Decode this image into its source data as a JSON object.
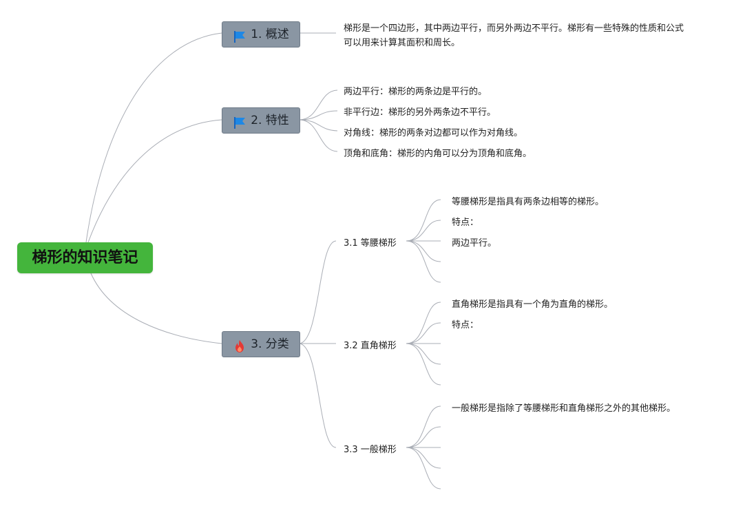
{
  "root": {
    "title": "梯形的知识笔记"
  },
  "topics": [
    {
      "label": "1. 概述",
      "icon": "flag-icon"
    },
    {
      "label": "2. 特性",
      "icon": "flag-icon"
    },
    {
      "label": "3. 分类",
      "icon": "fire-icon"
    }
  ],
  "overview": {
    "text": "梯形是一个四边形，其中两边平行，而另外两边不平行。梯形有一些特殊的性质和公式可以用来计算其面积和周长。"
  },
  "properties": [
    "两边平行：梯形的两条边是平行的。",
    "非平行边：梯形的另外两条边不平行。",
    "对角线：梯形的两条对边都可以作为对角线。",
    "顶角和底角：梯形的内角可以分为顶角和底角。"
  ],
  "categories": [
    {
      "label": "3.1 等腰梯形",
      "items": [
        "等腰梯形是指具有两条边相等的梯形。",
        "特点：",
        "两边平行。",
        "",
        ""
      ]
    },
    {
      "label": "3.2 直角梯形",
      "items": [
        "直角梯形是指具有一个角为直角的梯形。",
        "特点：",
        "",
        "",
        ""
      ]
    },
    {
      "label": "3.3 一般梯形",
      "items": [
        "一般梯形是指除了等腰梯形和直角梯形之外的其他梯形。",
        "",
        "",
        "",
        ""
      ]
    }
  ],
  "colors": {
    "root": "#44b53c",
    "topic": "#8a96a3",
    "line": "#a9adb5",
    "flag": "#1e88e5",
    "fire": "#e53935"
  }
}
